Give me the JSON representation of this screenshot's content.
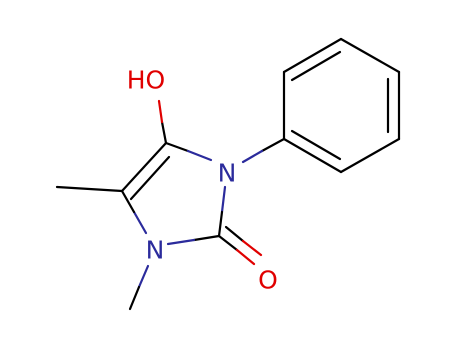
{
  "colors": {
    "background": "#ffffff",
    "carbon_bond": "#000000",
    "nitrogen": "#2b2b9c",
    "oxygen": "#e00000"
  },
  "atoms": {
    "hydroxyl": "HO",
    "n1": "N",
    "n3": "N",
    "carbonyl_o": "O"
  }
}
